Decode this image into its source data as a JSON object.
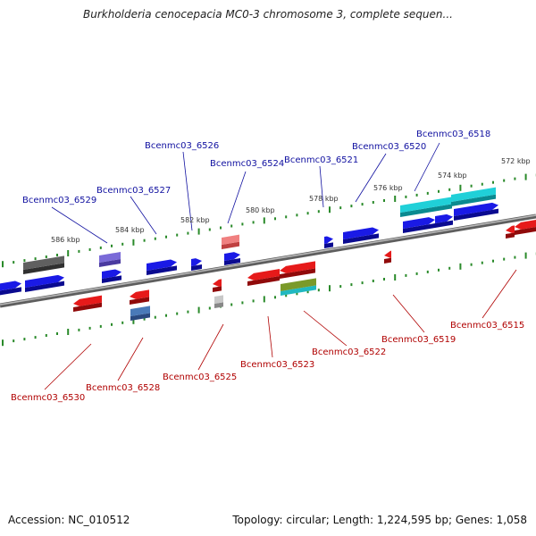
{
  "header": {
    "title": "Burkholderia cenocepacia MC0-3 chromosome 3, complete sequen..."
  },
  "footer": {
    "accession": "Accession: NC_010512",
    "summary": "Topology: circular; Length: 1,224,595 bp; Genes: 1,058"
  },
  "colors": {
    "forward_gene": "#1a1ae6",
    "reverse_gene": "#e61a1a",
    "backbone": "#8c8c8c",
    "tick": "#2a8a2a",
    "label_top": "#1010a0",
    "label_bottom": "#b00000"
  },
  "scale_labels": [
    "586 kbp",
    "584 kbp",
    "582 kbp",
    "580 kbp",
    "578 kbp",
    "576 kbp",
    "574 kbp",
    "572 kbp"
  ],
  "genes_top": [
    {
      "id": "Bcenmc03_6529"
    },
    {
      "id": "Bcenmc03_6527"
    },
    {
      "id": "Bcenmc03_6526"
    },
    {
      "id": "Bcenmc03_6524"
    },
    {
      "id": "Bcenmc03_6521"
    },
    {
      "id": "Bcenmc03_6520"
    },
    {
      "id": "Bcenmc03_6518"
    }
  ],
  "genes_bottom": [
    {
      "id": "Bcenmc03_6530"
    },
    {
      "id": "Bcenmc03_6528"
    },
    {
      "id": "Bcenmc03_6525"
    },
    {
      "id": "Bcenmc03_6523"
    },
    {
      "id": "Bcenmc03_6522"
    },
    {
      "id": "Bcenmc03_6519"
    },
    {
      "id": "Bcenmc03_6515"
    }
  ]
}
